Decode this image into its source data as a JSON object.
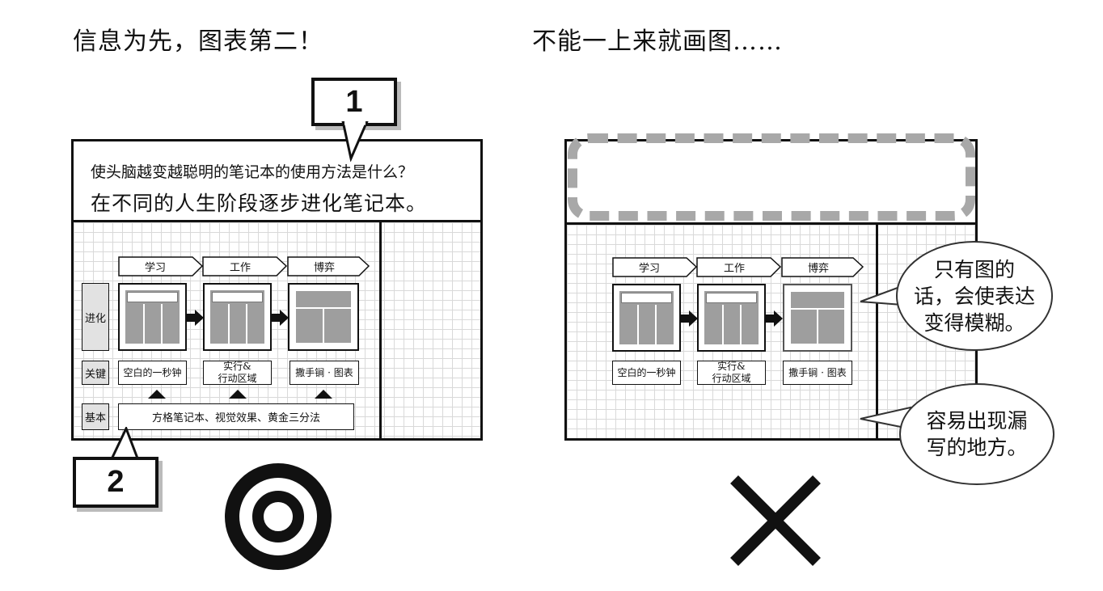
{
  "left": {
    "heading": "信息为先，图表第二！",
    "question": "使头脑越变越聪明的笔记本的使用方法是什么？",
    "answer": "在不同的人生阶段逐步进化笔记本。",
    "callout_1": "1",
    "callout_2": "2",
    "stages": [
      "学习",
      "工作",
      "博弈"
    ],
    "row_labels": [
      "进化",
      "关键",
      "基本"
    ],
    "keys": [
      "空白的一秒钟",
      "实行&\n行动区域",
      "撒手锏 · 图表"
    ],
    "basic": "方格笔记本、视觉效果、黄金三分法",
    "verdict_icon": "double-circle-icon"
  },
  "right": {
    "heading": "不能一上来就画图……",
    "stages": [
      "学习",
      "工作",
      "博弈"
    ],
    "keys": [
      "空白的一秒钟",
      "实行&\n行动区域",
      "撒手锏 · 图表"
    ],
    "bubble_1": [
      "只有图的",
      "话，会使表达",
      "变得模糊。"
    ],
    "bubble_2": [
      "容易出现漏",
      "写的地方。"
    ],
    "verdict_icon": "cross-icon"
  }
}
